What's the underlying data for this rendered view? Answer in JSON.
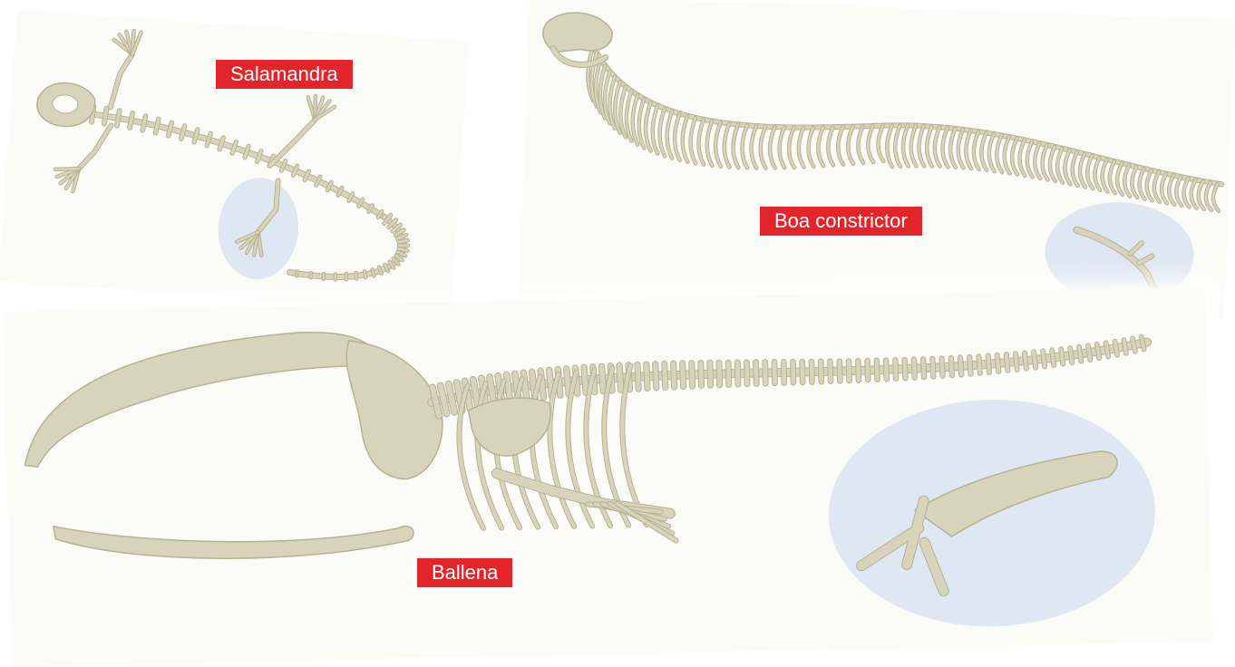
{
  "colors": {
    "label_background": "#e3242b",
    "label_text": "#ffffff",
    "bone": "#d8d4bb",
    "bone_dark": "#b7b294",
    "limb_highlight": "#d9e3f1"
  },
  "labels": {
    "salamander": "Salamandra",
    "boa": "Boa constrictor",
    "whale": "Ballena"
  },
  "illustrations": {
    "salamander": "salamander-skeleton",
    "boa": "boa-constrictor-skeleton",
    "whale": "whale-skeleton"
  }
}
